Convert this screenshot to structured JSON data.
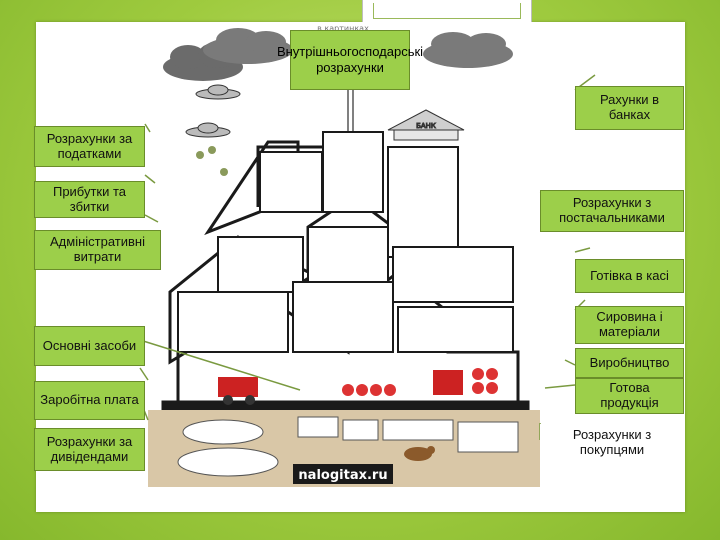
{
  "title": "Внутрішньогосподарські розрахунки",
  "watermark_top": "в картинках",
  "footer_brand": "nalogitax.ru",
  "bank_sign": "БАНК",
  "left_labels": [
    "Розрахунки за податками",
    "Прибутки та збитки",
    "Адміністративні витрати",
    "Основні засоби",
    "Заробітна плата",
    "Розрахунки за дивідендами"
  ],
  "right_labels": [
    "Рахунки в банках",
    "Розрахунки з постачальниками",
    "Готівка в касі",
    "Сировина і матеріали",
    "Виробництво",
    "Готова продукція",
    "Розрахунки з покупцями"
  ],
  "colors": {
    "background": "#9fcb3f",
    "label_fill": "#9ccf4a",
    "label_border": "#6a8d2a",
    "ground": "#d9c7a7",
    "house_outline": "#222222",
    "cloud": "#6e6e6e"
  }
}
